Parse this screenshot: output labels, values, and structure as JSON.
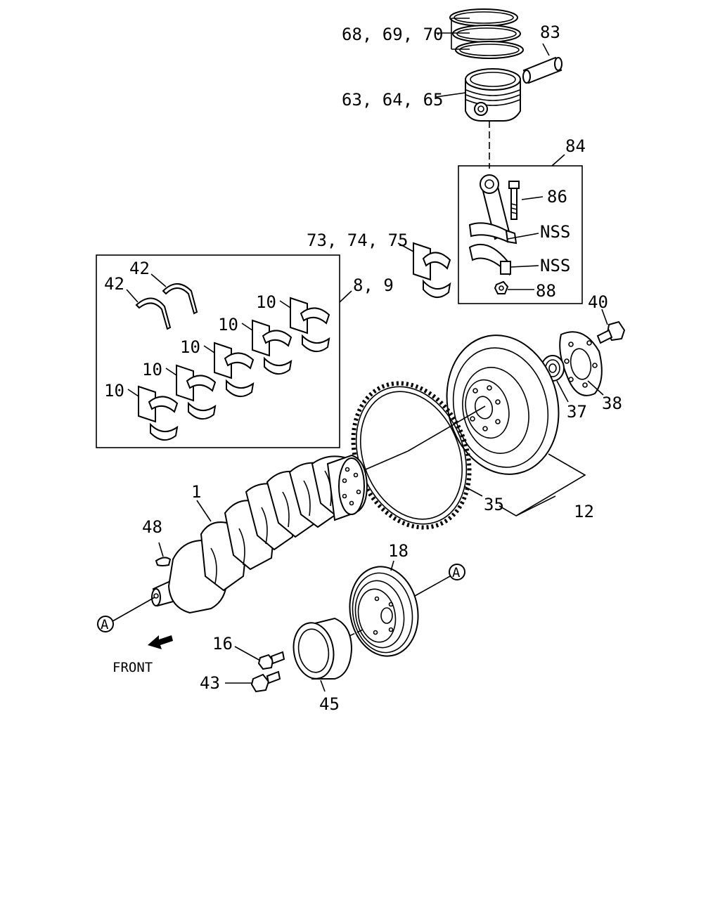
{
  "labels": {
    "rings": "68, 69, 70",
    "pin": "83",
    "piston": "63, 64, 65",
    "conrod_kit": "84",
    "bolt": "86",
    "nss_upper": "NSS",
    "nss_lower": "NSS",
    "nut": "88",
    "rod_bearing": "73, 74, 75",
    "main_bearing_set": "8, 9",
    "thrust_1": "42",
    "thrust_2": "42",
    "bearing_a": "10",
    "bearing_b": "10",
    "bearing_c": "10",
    "bearing_d": "10",
    "bearing_e": "10",
    "flywheel_bolt": "40",
    "plate": "38",
    "pilot_bearing": "37",
    "ring_gear": "35",
    "flywheel_assy": "12",
    "crankshaft": "1",
    "key": "48",
    "pulley": "18",
    "ref_a_left": "A",
    "ref_a_right": "A",
    "bolt_16": "16",
    "bolt_43": "43",
    "sleeve": "45",
    "front": "FRONT"
  }
}
